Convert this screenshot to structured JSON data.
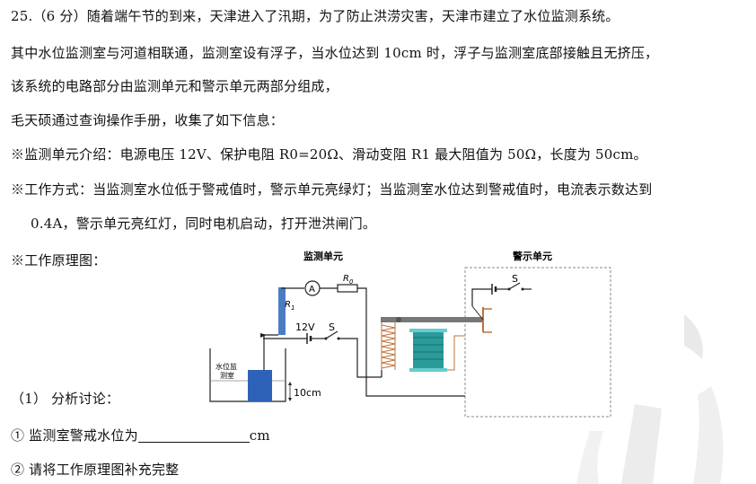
{
  "problem": {
    "line1": "25.（6 分）随着端午节的到来，天津进入了汛期，为了防止洪涝灾害，天津市建立了水位监测系统。",
    "line2": "其中水位监测室与河道相联通，监测室设有浮子，当水位达到 10cm 时，浮子与监测室底部接触且无挤压，",
    "line3": "该系统的电路部分由监测单元和警示单元两部分组成，",
    "line4": "毛天硕通过查询操作手册，收集了如下信息：",
    "line5": "※监测单元介绍：电源电压 12V、保护电阻 R0=20Ω、滑动变阻 R1  最大阻值为 50Ω，长度为 50cm。",
    "line6": "※工作方式：当监测室水位低于警戒值时，警示单元亮绿灯；当监测室水位达到警戒值时，电流表示数达到",
    "line7": "0.4A，警示单元亮红灯，同时电机启动，打开泄洪闸门。",
    "line8": "※工作原理图：",
    "q_part": "（1）   分析讨论：",
    "q1_prefix": "①  监测室警戒水位为",
    "q1_unit": "cm",
    "q2": "②  请将工作原理图补充完整"
  },
  "diagram": {
    "label_monitor": "监测单元",
    "label_warning": "警示单元",
    "label_r1": "R",
    "label_r1_sub": "1",
    "label_r0": "R",
    "label_r0_sub": "0",
    "ammeter": "A",
    "voltage": "12V",
    "switch1": "S",
    "switch2": "S",
    "room_line1": "水位监",
    "room_line2": "测室",
    "height": "10cm"
  },
  "colors": {
    "float": "#2e62b8",
    "slider": "#4a7cc4",
    "coil": "#2a9a9a",
    "spring": "#c0703a",
    "iron": "#777777"
  }
}
